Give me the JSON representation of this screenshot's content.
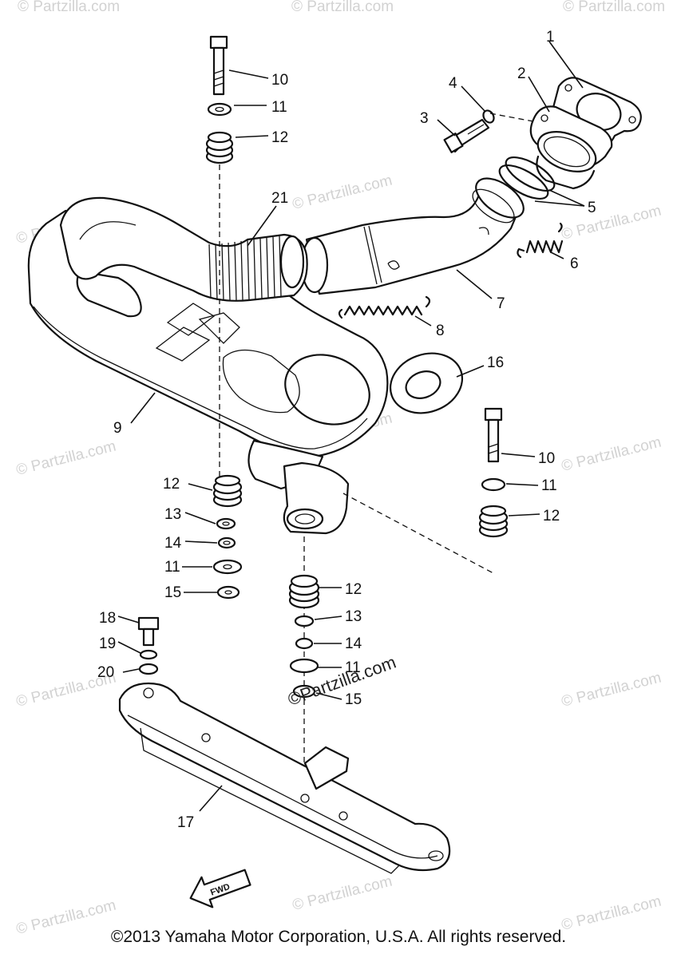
{
  "watermark": "© Partzilla.com",
  "watermark_center": "©Partzilla.com",
  "fwd_label": "FWD",
  "copyright": "©2013 Yamaha Motor Corporation, U.S.A. All rights reserved.",
  "callouts": {
    "c1": "1",
    "c2": "2",
    "c3": "3",
    "c4": "4",
    "c5": "5",
    "c6": "6",
    "c7": "7",
    "c8": "8",
    "c9": "9",
    "c10a": "10",
    "c10b": "10",
    "c11a": "11",
    "c11b": "11",
    "c11c": "11",
    "c11d": "11",
    "c12a": "12",
    "c12b": "12",
    "c12c": "12",
    "c12d": "12",
    "c13a": "13",
    "c13b": "13",
    "c14a": "14",
    "c14b": "14",
    "c15a": "15",
    "c15b": "15",
    "c16": "16",
    "c17": "17",
    "c18": "18",
    "c19": "19",
    "c20": "20",
    "c21": "21"
  }
}
